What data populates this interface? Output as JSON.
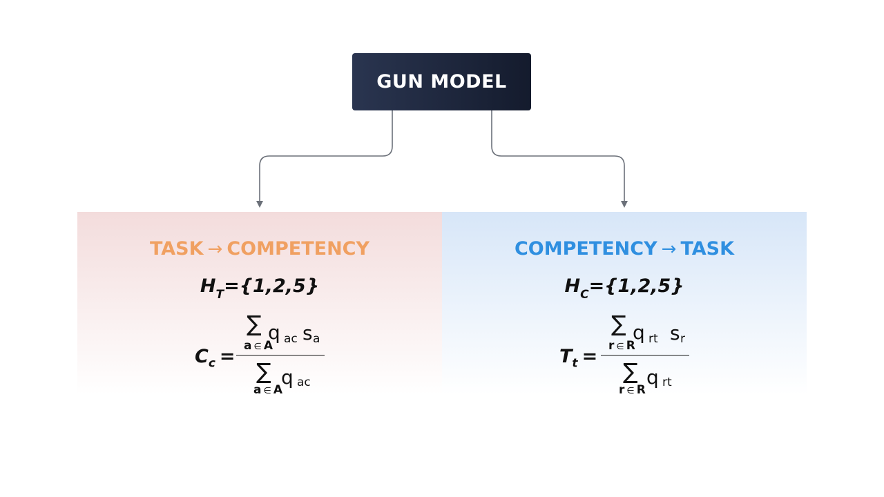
{
  "colors": {
    "root_bg_start": "#2a3550",
    "root_bg_end": "#141b2d",
    "root_text": "#ffffff",
    "connector": "#6b7079",
    "left_accent": "#f0a061",
    "left_bg_top": "#f3dcdc",
    "right_accent": "#2f8fe0",
    "right_bg_top": "#d7e6f8",
    "formula_text": "#111111"
  },
  "root": {
    "label": "GUN MODEL"
  },
  "left": {
    "heading_from": "TASK",
    "arrow": "→",
    "heading_to": "COMPETENCY",
    "set": {
      "symbol": "H",
      "sub": "T",
      "rest": "={1,2,5}"
    },
    "formula": {
      "lhs_symbol": "C",
      "lhs_sub": "c",
      "equals": "=",
      "sigma": "∑",
      "num_index": "a",
      "in": "∈",
      "num_set": "A",
      "num_q": "q",
      "num_q_sub": "ac",
      "num_s": "s",
      "num_s_sub": "a",
      "den_index": "a",
      "den_set": "A",
      "den_q": "q",
      "den_q_sub": "ac"
    }
  },
  "right": {
    "heading_from": "COMPETENCY",
    "arrow": "→",
    "heading_to": "TASK",
    "set": {
      "symbol": "H",
      "sub": "C",
      "rest": "={1,2,5}"
    },
    "formula": {
      "lhs_symbol": "T",
      "lhs_sub": "t",
      "equals": "=",
      "sigma": "∑",
      "num_index": "r",
      "in": "∈",
      "num_set": "R",
      "num_q": "q",
      "num_q_sub": "rt",
      "num_s": "s",
      "num_s_sub": "r",
      "den_index": "r",
      "den_set": "R",
      "den_q": "q",
      "den_q_sub": "rt"
    }
  }
}
